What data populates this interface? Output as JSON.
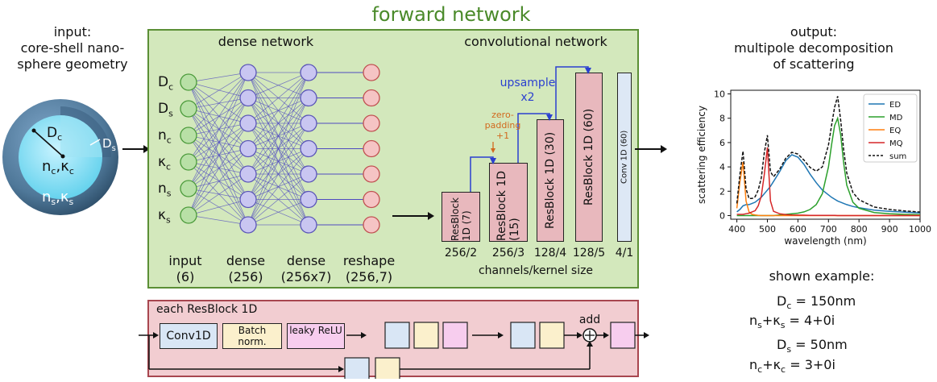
{
  "header": {
    "title": "forward network"
  },
  "input_panel": {
    "caption": [
      "input:",
      "core-shell nano-",
      "sphere geometry"
    ],
    "sphere_labels": {
      "core_diameter": "D",
      "core_diameter_sub": "c",
      "shell_diameter": "D",
      "shell_diameter_sub": "s",
      "core_material": "n",
      "core_material_sub": "c",
      "core_kappa": ",κ",
      "core_kappa_sub": "c",
      "shell_material": "n",
      "shell_material_sub": "s",
      "shell_kappa": ",κ",
      "shell_kappa_sub": "s"
    }
  },
  "dense_network": {
    "title": "dense network",
    "inputs": [
      {
        "main": "D",
        "sub": "c"
      },
      {
        "main": "D",
        "sub": "s"
      },
      {
        "main": "n",
        "sub": "c"
      },
      {
        "main": "κ",
        "sub": "c"
      },
      {
        "main": "n",
        "sub": "s"
      },
      {
        "main": "κ",
        "sub": "s"
      }
    ],
    "layers": [
      {
        "name": "input",
        "size": "(6)"
      },
      {
        "name": "dense",
        "size": "(256)"
      },
      {
        "name": "dense",
        "size": "(256x7)"
      },
      {
        "name": "reshape",
        "size": "(256,7)"
      }
    ]
  },
  "conv_network": {
    "title": "convolutional network",
    "padding_note": [
      "zero-",
      "padding",
      "+1"
    ],
    "upsample_note": [
      "upsample",
      "x2"
    ],
    "blocks": [
      {
        "label": "ResBlock 1D (7)",
        "spec": "256/2"
      },
      {
        "label": "ResBlock 1D (15)",
        "spec": "256/3"
      },
      {
        "label": "ResBlock 1D (30)",
        "spec": "128/4"
      },
      {
        "label": "ResBlock 1D (60)",
        "spec": "128/5"
      },
      {
        "label": "Conv 1D (60)",
        "spec": "4/1"
      }
    ],
    "axis_label": "channels/kernel size"
  },
  "resblock_panel": {
    "title": "each ResBlock 1D",
    "ops": [
      "Conv1D",
      "Batch norm.",
      "leaky ReLU"
    ],
    "add_label": "add"
  },
  "output_panel": {
    "caption": [
      "output:",
      "multipole decomposition",
      "of scattering"
    ],
    "example_title": "shown example:",
    "example_lines": [
      {
        "lhs": "D",
        "sub": "c",
        "rhs": "= 150nm"
      },
      {
        "lhs": "n",
        "sub": "s",
        "mid": "+κ",
        "sub2": "s",
        "rhs": "= 4+0i"
      },
      {
        "lhs": "D",
        "sub": "s",
        "rhs": "= 50nm"
      },
      {
        "lhs": "n",
        "sub": "c",
        "mid": "+κ",
        "sub2": "c",
        "rhs": "= 3+0i"
      }
    ]
  },
  "colors": {
    "green_panel": "#d3e8bc",
    "green_border": "#5b8f35",
    "pink_panel": "#f2cdd1",
    "input_node": "#b8e0a6",
    "hidden_node": "#c9c6f1",
    "reshape_node": "#f5c4c4",
    "block_pink": "#e8b8bd",
    "block_blue": "#dde8f5",
    "op_blue": "#d9e6f5",
    "op_yellow": "#fbf0cc",
    "op_pink": "#f7cdee",
    "ED": "#1f77b4",
    "MD": "#2ca02c",
    "EQ": "#ff7f0e",
    "MQ": "#d62728"
  },
  "chart_data": {
    "type": "line",
    "xlabel": "wavelength (nm)",
    "ylabel": "scattering efficiency",
    "xlim": [
      380,
      1000
    ],
    "ylim": [
      -0.3,
      10.3
    ],
    "xticks": [
      400,
      500,
      600,
      700,
      800,
      900,
      1000
    ],
    "yticks": [
      0,
      2,
      4,
      6,
      8,
      10
    ],
    "legend_position": "top-right",
    "grid": false,
    "x": [
      400,
      410,
      420,
      430,
      440,
      450,
      460,
      470,
      480,
      490,
      500,
      510,
      520,
      540,
      560,
      580,
      600,
      620,
      640,
      660,
      680,
      700,
      710,
      720,
      730,
      740,
      750,
      760,
      780,
      800,
      850,
      900,
      950,
      1000
    ],
    "series": [
      {
        "name": "ED",
        "style": "solid",
        "values": [
          0.3,
          0.5,
          0.8,
          0.9,
          0.9,
          1.0,
          1.1,
          1.3,
          1.5,
          1.8,
          2.1,
          2.4,
          2.8,
          3.6,
          4.5,
          5.0,
          4.8,
          4.2,
          3.4,
          2.7,
          2.1,
          1.7,
          1.5,
          1.35,
          1.2,
          1.1,
          1.0,
          0.9,
          0.75,
          0.65,
          0.45,
          0.35,
          0.28,
          0.22
        ]
      },
      {
        "name": "MD",
        "style": "solid",
        "values": [
          0.0,
          0.0,
          0.0,
          0.0,
          0.0,
          0.0,
          0.0,
          0.0,
          0.0,
          0.0,
          0.0,
          0.0,
          0.0,
          0.05,
          0.1,
          0.15,
          0.2,
          0.3,
          0.5,
          0.9,
          1.8,
          4.0,
          5.8,
          7.4,
          8.0,
          6.6,
          4.3,
          2.5,
          1.1,
          0.6,
          0.25,
          0.15,
          0.1,
          0.07
        ]
      },
      {
        "name": "EQ",
        "style": "solid",
        "values": [
          0.6,
          2.8,
          4.4,
          1.2,
          0.3,
          0.1,
          0.05,
          0.02,
          0.0,
          0.0,
          0.0,
          0.0,
          0.0,
          0.0,
          0.0,
          0.0,
          0.0,
          0.0,
          0.0,
          0.0,
          0.0,
          0.0,
          0.0,
          0.0,
          0.0,
          0.0,
          0.0,
          0.0,
          0.0,
          0.0,
          0.0,
          0.0,
          0.0,
          0.0
        ]
      },
      {
        "name": "MQ",
        "style": "solid",
        "values": [
          0.1,
          0.1,
          0.1,
          0.15,
          0.2,
          0.3,
          0.4,
          0.8,
          1.6,
          3.4,
          5.6,
          1.2,
          0.35,
          0.15,
          0.08,
          0.05,
          0.04,
          0.03,
          0.02,
          0.02,
          0.01,
          0.01,
          0.01,
          0.01,
          0.0,
          0.0,
          0.0,
          0.0,
          0.0,
          0.0,
          0.0,
          0.0,
          0.0,
          0.0
        ]
      },
      {
        "name": "sum",
        "style": "dashed",
        "values": [
          1.0,
          3.4,
          5.3,
          2.2,
          1.4,
          1.4,
          1.55,
          2.1,
          3.1,
          5.2,
          6.6,
          3.6,
          3.2,
          3.8,
          4.7,
          5.2,
          5.05,
          4.55,
          3.95,
          3.65,
          4.0,
          5.8,
          7.4,
          8.9,
          9.8,
          7.8,
          5.4,
          3.5,
          1.9,
          1.3,
          0.7,
          0.5,
          0.38,
          0.29
        ]
      }
    ]
  }
}
